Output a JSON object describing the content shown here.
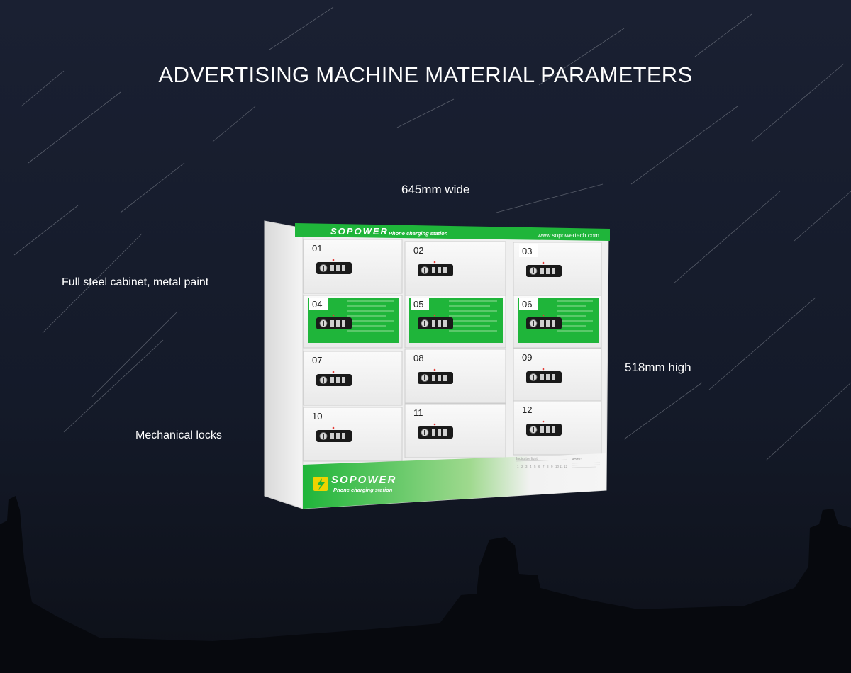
{
  "title": "ADVERTISING MACHINE MATERIAL PARAMETERS",
  "dimensions": {
    "width_label": "645mm wide",
    "height_label": "518mm high"
  },
  "callouts": {
    "cabinet": "Full steel cabinet, metal paint",
    "locks": "Mechanical locks"
  },
  "cabinet": {
    "brand": "SOPOWER",
    "tagline": "Phone charging station",
    "website": "www.sopowertech.com",
    "indicator_label": "Indicator light",
    "note_label": "NOTE:",
    "indicator_numbers": [
      "1",
      "2",
      "3",
      "4",
      "5",
      "6",
      "7",
      "8",
      "9",
      "10",
      "11",
      "12"
    ],
    "lockers": [
      {
        "number": "01",
        "style": "white"
      },
      {
        "number": "02",
        "style": "white"
      },
      {
        "number": "03",
        "style": "white"
      },
      {
        "number": "04",
        "style": "green"
      },
      {
        "number": "05",
        "style": "green"
      },
      {
        "number": "06",
        "style": "green"
      },
      {
        "number": "07",
        "style": "white"
      },
      {
        "number": "08",
        "style": "white"
      },
      {
        "number": "09",
        "style": "white"
      },
      {
        "number": "10",
        "style": "white"
      },
      {
        "number": "11",
        "style": "white"
      },
      {
        "number": "12",
        "style": "white"
      }
    ]
  },
  "colors": {
    "brand_green": "#1fb53a",
    "cabinet_white": "#f3f3f3",
    "background": "#141a28"
  }
}
